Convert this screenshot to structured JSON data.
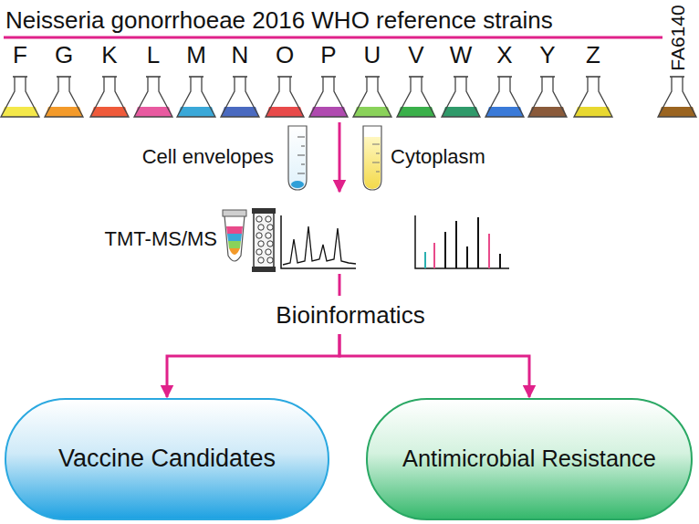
{
  "diagram": {
    "title": "Neisseria gonorrhoeae 2016 WHO reference strains",
    "nodes": [
      {
        "text": [
          "Bioinformatics"
        ]
      },
      {
        "text": [
          "Vaccine Candidates"
        ]
      },
      {
        "text": [
          "Antimicrobial Resistance"
        ]
      }
    ],
    "edges": [
      {
        "from": 0,
        "to": 1,
        "arrow": "to"
      },
      {
        "from": 0,
        "to": 2,
        "arrow": "to"
      }
    ],
    "labels": [
      "F",
      "G",
      "K",
      "L",
      "M",
      "N",
      "O",
      "P",
      "U",
      "V",
      "W",
      "X",
      "Y",
      "Z",
      "FA6140",
      "Cell envelopes",
      "Cytoplasm",
      "TMT-MS/MS"
    ]
  }
}
